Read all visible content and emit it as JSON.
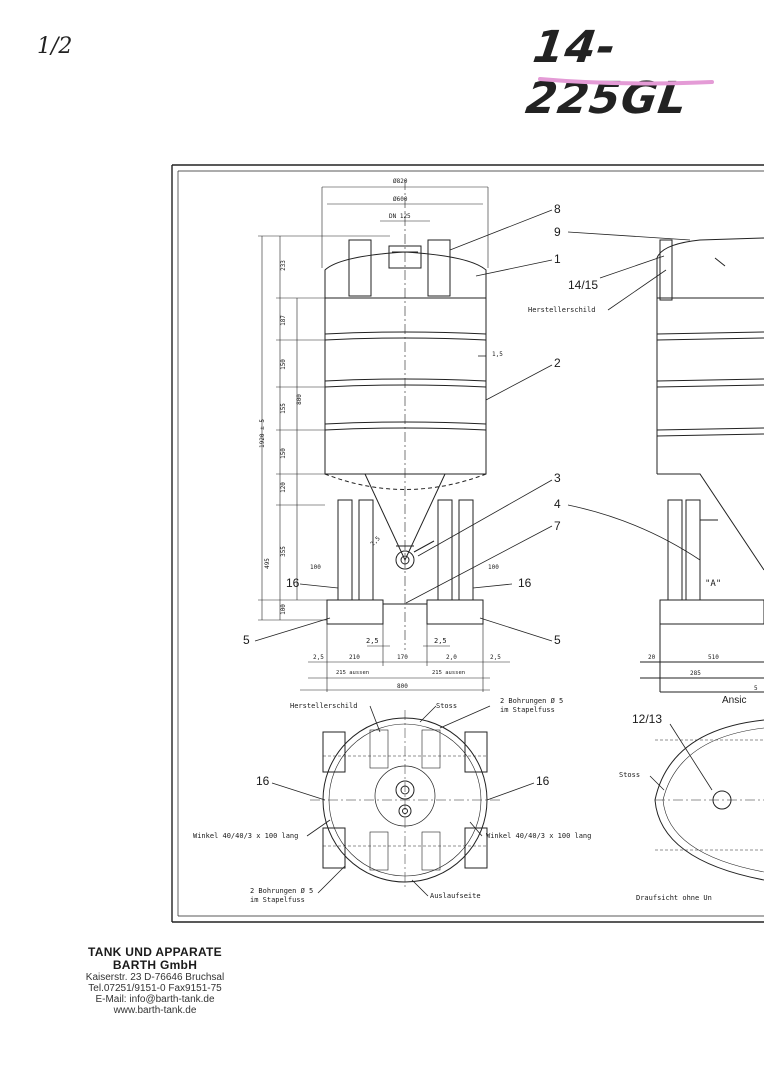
{
  "page": {
    "page_number": "1/2",
    "drawing_number": "14-225GL",
    "highlight_color": "#e49bd6"
  },
  "drawing": {
    "dimensions_top": {
      "outer_diameter": "Ø820",
      "inner_diameter": "Ø600",
      "nozzle": "DN 125"
    },
    "dimensions_left": [
      "233",
      "187",
      "150",
      "155",
      "150",
      "120",
      "355",
      "495",
      "100",
      "1920 ± 5",
      "800"
    ],
    "dimensions_bottom": {
      "row1": [
        "2,5",
        "210",
        "170",
        "2,0",
        "2,5"
      ],
      "row1_inner": [
        "2,5",
        "2,5"
      ],
      "row2": [
        "215 aussen",
        "215 aussen"
      ],
      "overall": "800",
      "leg_width_left": "100",
      "leg_width_right": "100",
      "wall": "1,5",
      "cone": "2,5"
    },
    "position_numbers": [
      "8",
      "9",
      "1",
      "14/15",
      "2",
      "3",
      "4",
      "7",
      "16",
      "16",
      "5",
      "5",
      "12/13",
      "16",
      "16"
    ],
    "labels": {
      "nameplate_right": "Herstellerschild",
      "nameplate_left": "Herstellerschild",
      "weld_seam": "Stoss",
      "weld_seam_right": "Stoss",
      "holes_top": [
        "2 Bohrungen Ø 5",
        "im Stapelfuss"
      ],
      "holes_bottom": [
        "2 Bohrungen Ø 5",
        "im Stapelfuss"
      ],
      "angle_left": "Winkel 40/40/3 x 100 lang",
      "angle_right": "Winkel 40/40/3 x 100 lang",
      "outlet_side": "Auslaufseite",
      "view_a": "\"A\"",
      "view_label": "Ansic",
      "top_view_label": "Draufsicht ohne Un",
      "right_dims": [
        "20",
        "510",
        "285",
        "5"
      ]
    }
  },
  "company": {
    "name_line1": "TANK UND APPARATE",
    "name_line2": "BARTH GmbH",
    "address": "Kaiserstr. 23  D-76646 Bruchsal",
    "phone": "Tel.07251/9151-0 Fax9151-75",
    "email": "E-Mail: info@barth-tank.de",
    "web": "www.barth-tank.de"
  }
}
